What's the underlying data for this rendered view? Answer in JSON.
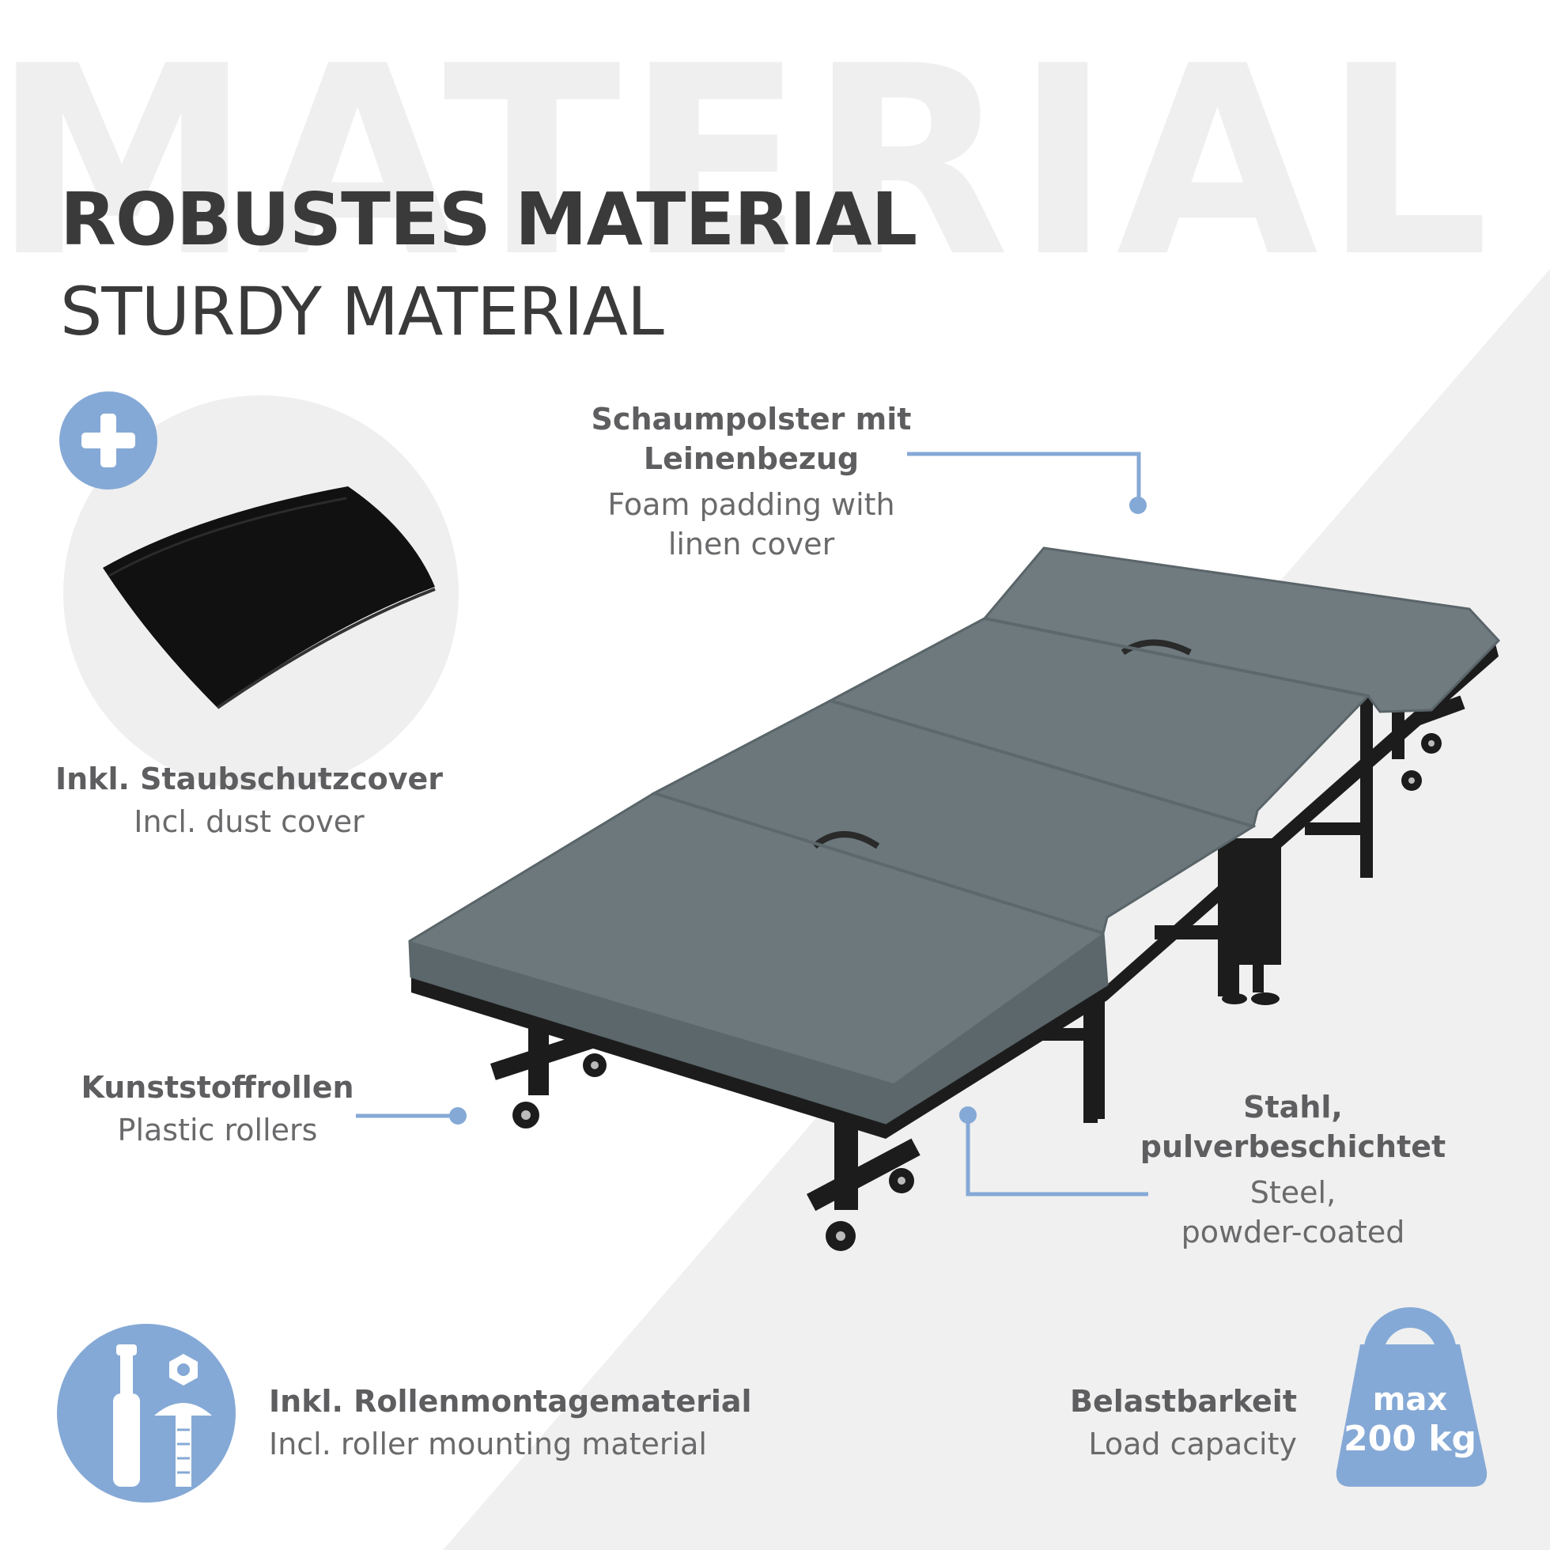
{
  "background_word": "MATERIAL",
  "title": {
    "de": "ROBUSTES MATERIAL",
    "en": "STURDY MATERIAL"
  },
  "features": {
    "foam": {
      "de_line1": "Schaumpolster mit",
      "de_line2": "Leinenbezug",
      "en_line1": "Foam padding with",
      "en_line2": "linen cover"
    },
    "dust_cover": {
      "de": "Inkl. Staubschutzcover",
      "en": "Incl. dust cover"
    },
    "rollers": {
      "de": "Kunststoffrollen",
      "en": "Plastic rollers"
    },
    "steel": {
      "de_line1": "Stahl,",
      "de_line2": "pulverbeschichtet",
      "en_line1": "Steel,",
      "en_line2": "powder-coated"
    },
    "mounting": {
      "de": "Inkl. Rollenmontagematerial",
      "en": "Incl. roller mounting material"
    },
    "load": {
      "de": "Belastbarkeit",
      "en": "Load capacity",
      "badge_line1": "max",
      "badge_line2": "200 kg"
    }
  },
  "colors": {
    "accent_blue": "#85a9d6",
    "mattress": "#6e7a7e",
    "frame": "#1c1c1c",
    "text": "#3a3a3a",
    "watermark": "#efefef",
    "background_triangle": "#f0f0f0"
  },
  "icons": [
    "plus-icon",
    "tools-icon",
    "weight-icon"
  ]
}
